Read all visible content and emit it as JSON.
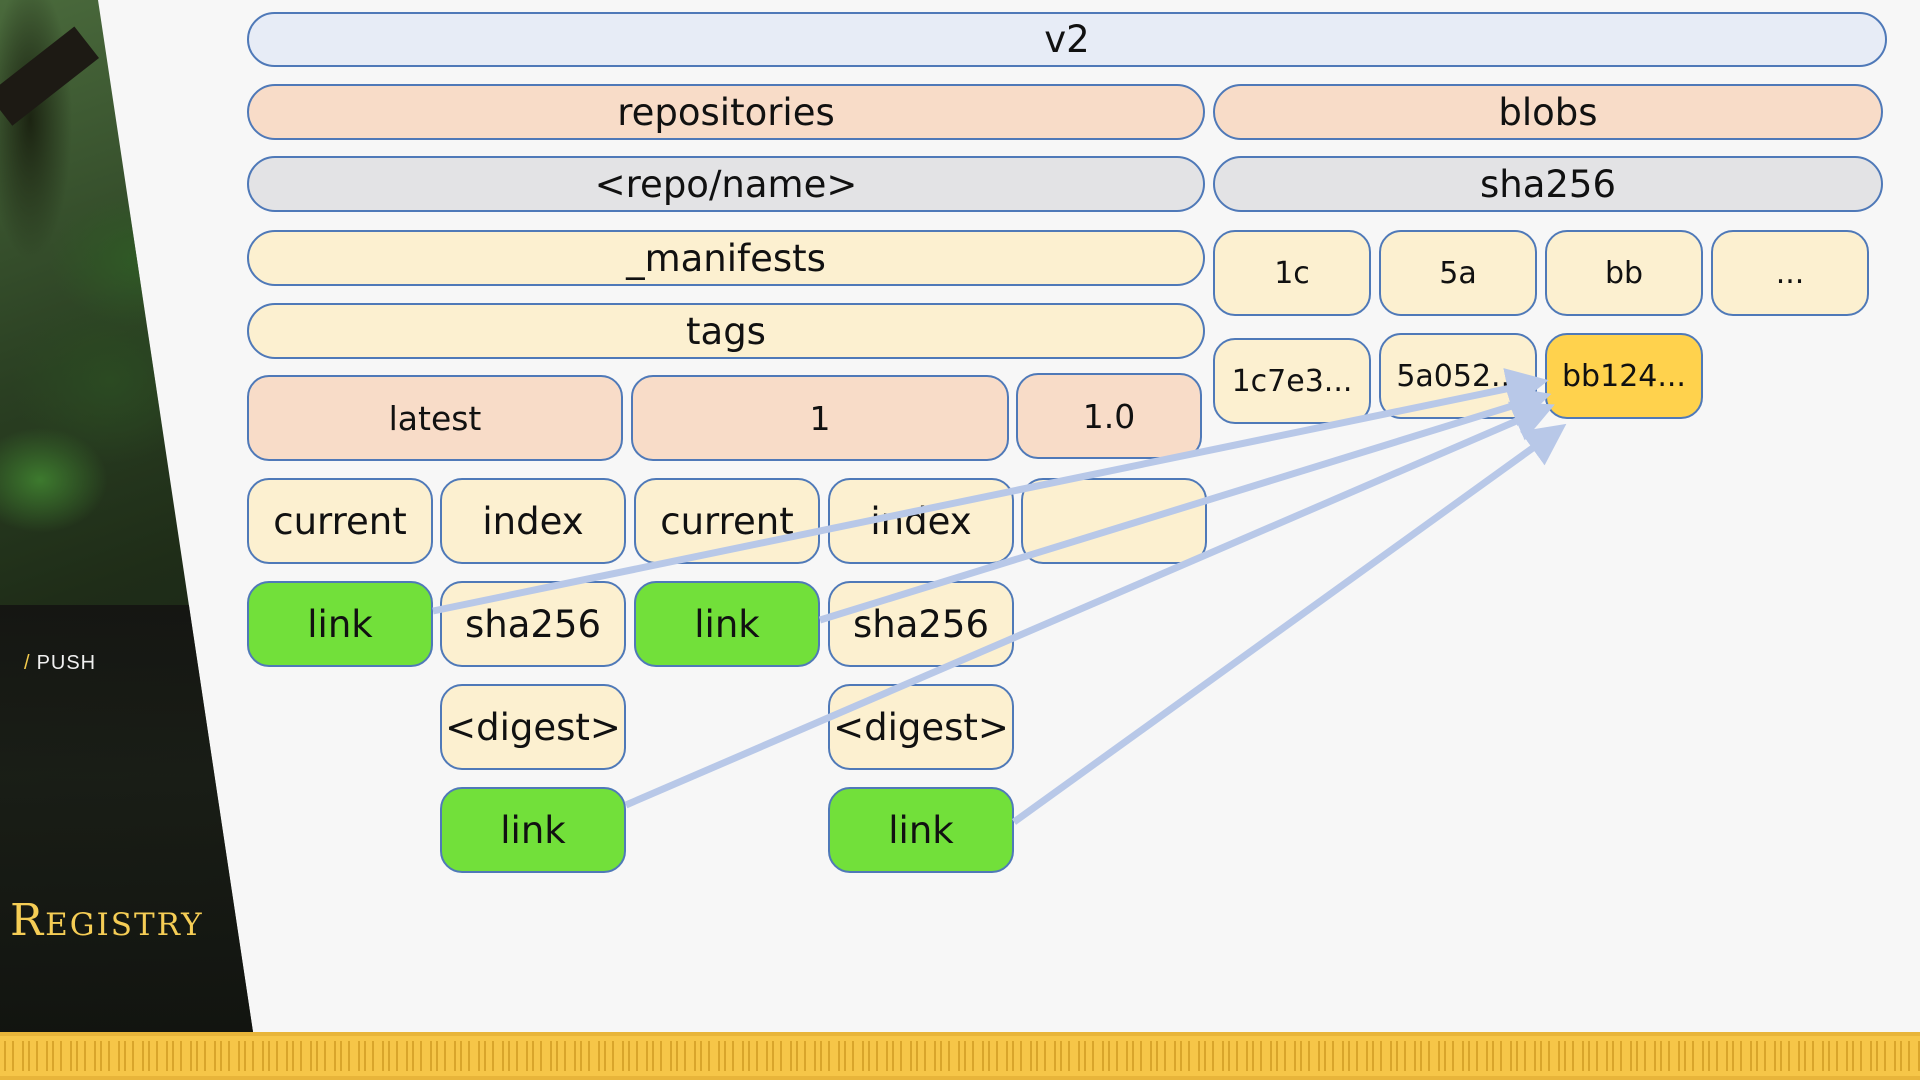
{
  "sidebar": {
    "section_label": "PUSH",
    "section_separator": "/",
    "title": "Registry"
  },
  "diagram": {
    "v2": "v2",
    "repositories": "repositories",
    "blobs": "blobs",
    "repo_name": "<repo/name>",
    "blobs_sha256": "sha256",
    "manifests": "_manifests",
    "tags": "tags",
    "tag_latest": "latest",
    "tag_1": "1",
    "tag_1_0": "1.0",
    "latest_current": "current",
    "latest_index": "index",
    "one_current": "current",
    "one_index": "index",
    "latest_current_link": "link",
    "latest_index_sha256": "sha256",
    "one_current_link": "link",
    "one_index_sha256": "sha256",
    "latest_digest": "<digest>",
    "one_digest": "<digest>",
    "latest_digest_link": "link",
    "one_digest_link": "link",
    "prefix_1c": "1c",
    "prefix_5a": "5a",
    "prefix_bb": "bb",
    "prefix_more": "...",
    "blob_1c": "1c7e3...",
    "blob_5a": "5a052...",
    "blob_bb": "bb124..."
  },
  "colors": {
    "border": "#4f79b8",
    "link_green": "#72e03a",
    "target_gold": "#ffd24d",
    "arrow": "#b8c8e8",
    "accent_gold": "#f5cd55"
  }
}
